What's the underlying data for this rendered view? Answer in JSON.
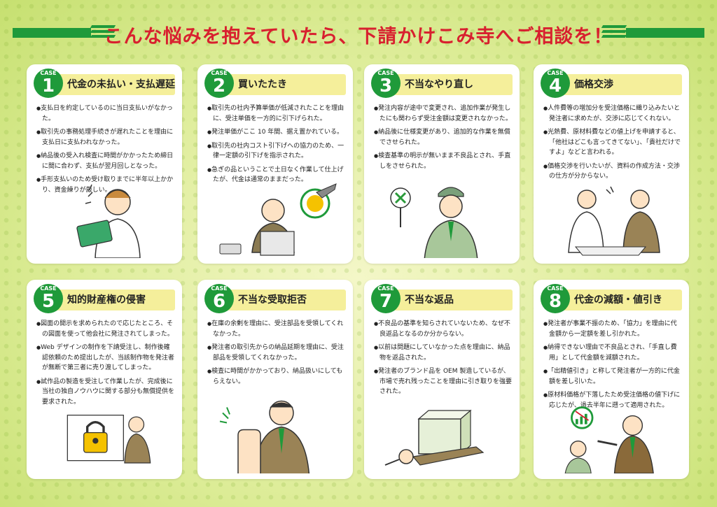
{
  "headline": "こんな悩みを抱えていたら、下請かけこみ寺へご相談を！",
  "case_label": "CASE",
  "colors": {
    "accent_green": "#1f9a3a",
    "headline_red": "#d8202f",
    "title_band": "#f5ef9b"
  },
  "cases": [
    {
      "number": "1",
      "title": "代金の未払い・支払遅延",
      "items": [
        "支払日を約定しているのに当日支払いがなかった。",
        "取引先の事務処理手続きが遅れたことを理由に支払日に支払われなかった。",
        "納品後の受入れ検査に時間がかかったため締日に間に合わず、支払が翌月回しとなった。",
        "手形支払いのため受け取りまでに半年以上かかり、資金繰りが厳しい。"
      ]
    },
    {
      "number": "2",
      "title": "買いたたき",
      "items": [
        "取引先の社内予算単価が低減されたことを理由に、受注単価を一方的に引下げられた。",
        "発注単価がここ 10 年間、据え置かれている。",
        "取引先の社内コスト引下げへの協力のため、一律一定額の引下げを指示された。",
        "急ぎの品ということで土日なく作業して仕上げたが、代金は通常のままだった。"
      ]
    },
    {
      "number": "3",
      "title": "不当なやり直し",
      "items": [
        "発注内容が途中で変更され、追加作業が発生したにも関わらず受注金額は変更されなかった。",
        "納品後に仕様変更があり、追加的な作業を無償でさせられた。",
        "検査基準の明示が無いまま不良品とされ、手直しをさせられた。"
      ]
    },
    {
      "number": "4",
      "title": "価格交渉",
      "items": [
        "人件費等の増加分を受注価格に織り込みたいと発注者に求めたが、交渉に応じてくれない。",
        "光熱費、原材料費などの値上げを申請すると、「他社はどこも言ってきてない」、「貴社だけですよ」などと言われる。",
        "価格交渉を行いたいが、資料の作成方法・交渉の仕方が分からない。"
      ]
    },
    {
      "number": "5",
      "title": "知的財産権の侵害",
      "items": [
        "図面の開示を求められたので応じたところ、その図面を使って他会社に発注されてしまった。",
        "Web デザインの制作を下請受注し、制作後確認依頼のため提出したが、当該制作物を発注者が無断で第三者に売り渡してしまった。",
        "試作品の製造を受注して作業したが、完成後に当社の独自ノウハウに関する部分も無償提供を要求された。"
      ]
    },
    {
      "number": "6",
      "title": "不当な受取拒否",
      "items": [
        "在庫の余剰を理由に、受注部品を受領してくれなかった。",
        "発注者の取引先からの納品延期を理由に、受注部品を受領してくれなかった。",
        "検査に時間がかかっており、納品扱いにしてもらえない。"
      ]
    },
    {
      "number": "7",
      "title": "不当な返品",
      "items": [
        "不良品の基準を知らされていないため、なぜ不良返品となるのか分からない。",
        "以前は問題にしていなかった点を理由に、納品物を返品された。",
        "発注者のブランド品を OEM 製造しているが、市場で売れ残ったことを理由に引き取りを強要された。"
      ]
    },
    {
      "number": "8",
      "title": "代金の減額・値引き",
      "items": [
        "発注者が事業不振のため、「協力」を理由に代金額から一定額を差し引かれた。",
        "納得できない理由で不良品とされ、「手直し費用」として代金額を減額された。",
        "「出精値引き」と称して発注者が一方的に代金額を差し引いた。",
        "原材料価格が下落したため受注価格の値下げに応じたが、過去半年に遡って適用された。"
      ]
    }
  ]
}
